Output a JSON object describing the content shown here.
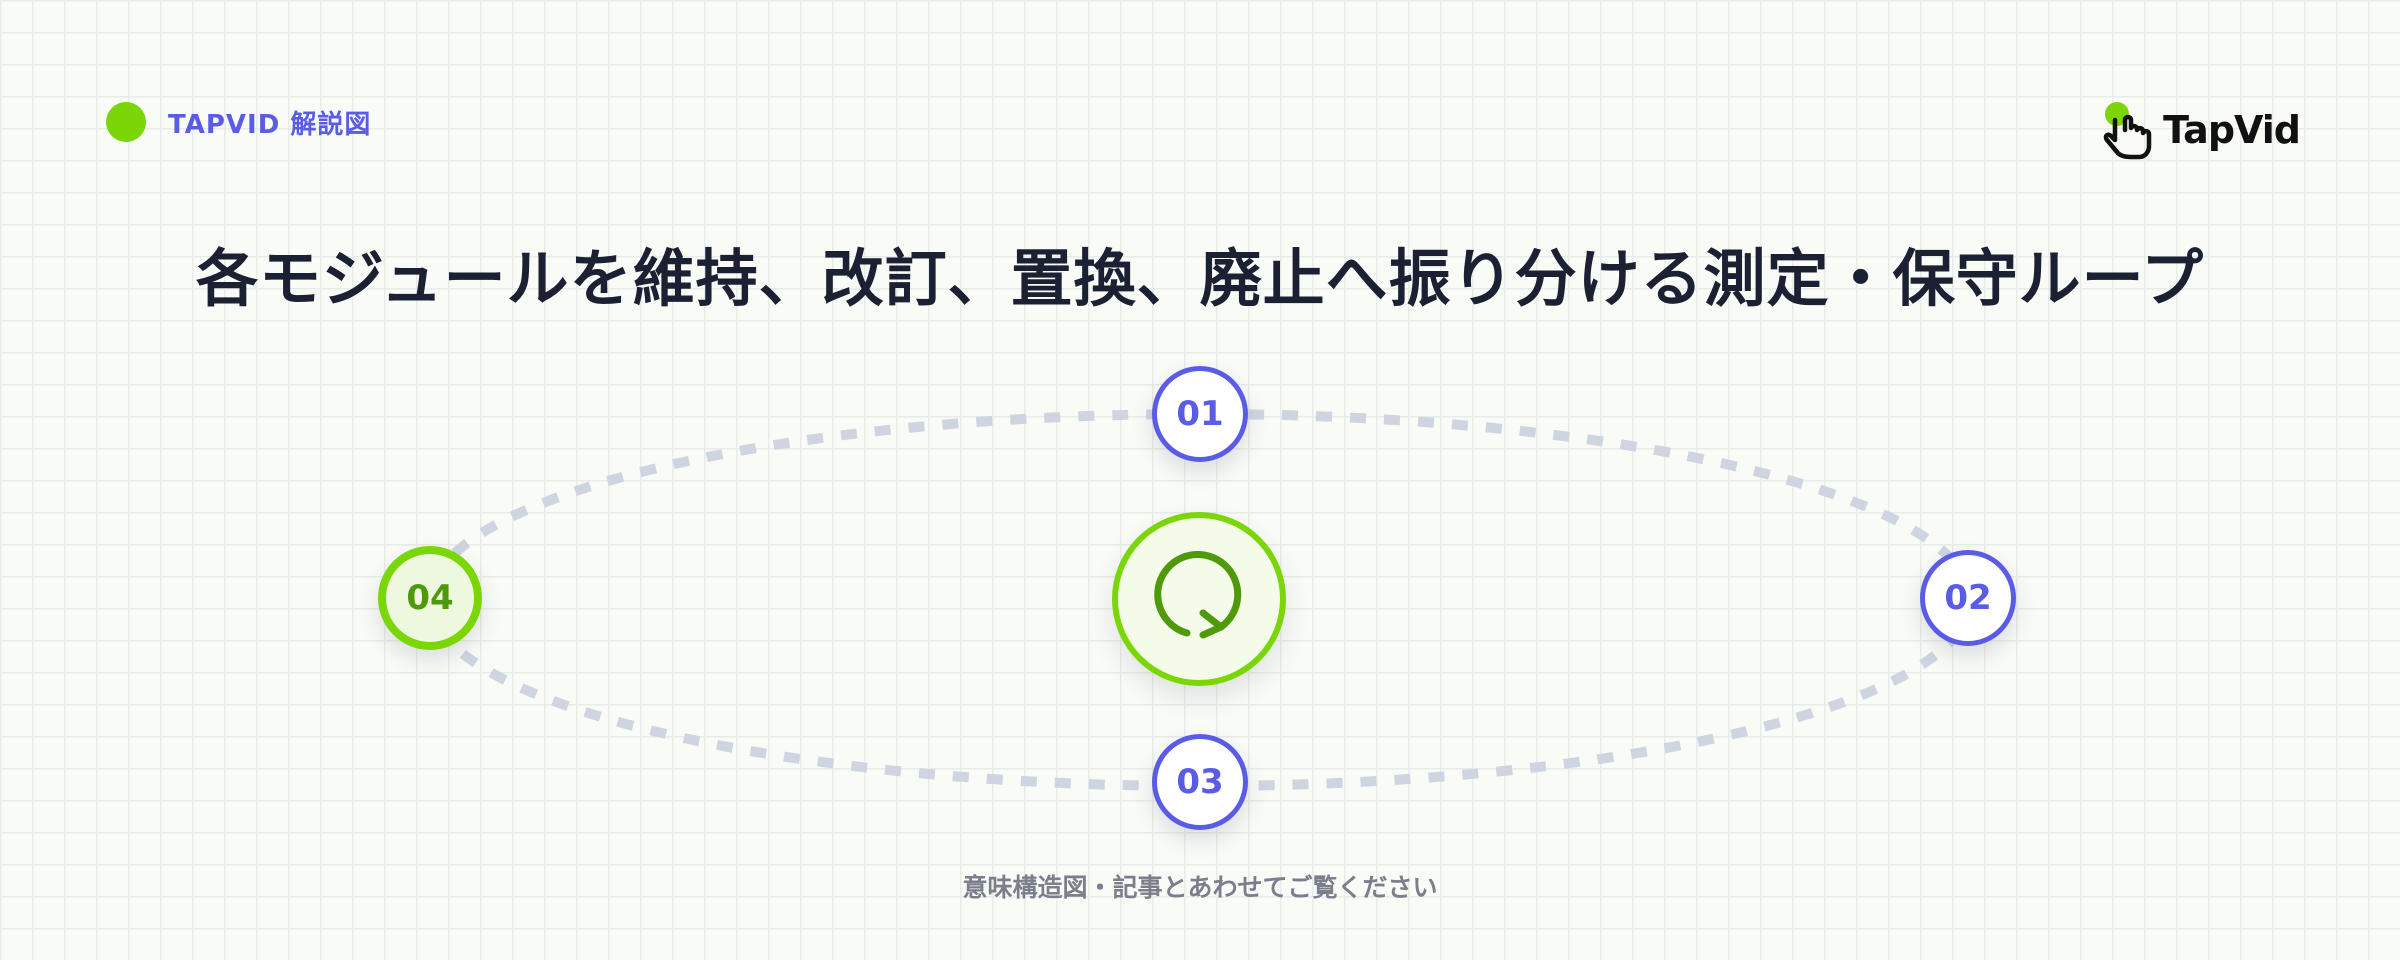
{
  "header": {
    "tag_label": "TAPVID 解説図",
    "logo_text": "TapVid",
    "title": "各モジュールを維持、改訂、置換、廃止へ振り分ける測定・保守ループ"
  },
  "diagram": {
    "nodes": [
      {
        "id": "01",
        "label": "01",
        "active": false
      },
      {
        "id": "02",
        "label": "02",
        "active": false
      },
      {
        "id": "03",
        "label": "03",
        "active": false
      },
      {
        "id": "04",
        "label": "04",
        "active": true
      }
    ],
    "hub_icon": "refresh-cycle-icon"
  },
  "footer": {
    "caption": "意味構造図・記事とあわせてご覧ください"
  },
  "colors": {
    "accent_green": "#7bd608",
    "accent_purple": "#5a5ce6",
    "title_text": "#1b2033",
    "loop_dash": "#cfd5e0",
    "caption_text": "#7b7f8b"
  }
}
